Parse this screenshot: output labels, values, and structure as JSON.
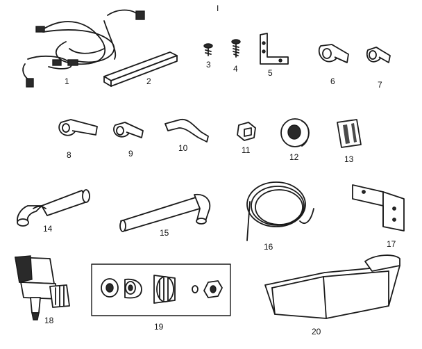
{
  "figure_mark": "I",
  "parts": [
    {
      "id": "p1",
      "label": "1"
    },
    {
      "id": "p2",
      "label": "2"
    },
    {
      "id": "p3",
      "label": "3"
    },
    {
      "id": "p4",
      "label": "4"
    },
    {
      "id": "p5",
      "label": "5"
    },
    {
      "id": "p6",
      "label": "6"
    },
    {
      "id": "p7",
      "label": "7"
    },
    {
      "id": "p8",
      "label": "8"
    },
    {
      "id": "p9",
      "label": "9"
    },
    {
      "id": "p10",
      "label": "10"
    },
    {
      "id": "p11",
      "label": "11"
    },
    {
      "id": "p12",
      "label": "12"
    },
    {
      "id": "p13",
      "label": "13"
    },
    {
      "id": "p14",
      "label": "14"
    },
    {
      "id": "p15",
      "label": "15"
    },
    {
      "id": "p16",
      "label": "16"
    },
    {
      "id": "p17",
      "label": "17"
    },
    {
      "id": "p18",
      "label": "18"
    },
    {
      "id": "p19",
      "label": "19"
    },
    {
      "id": "p20",
      "label": "20"
    }
  ]
}
